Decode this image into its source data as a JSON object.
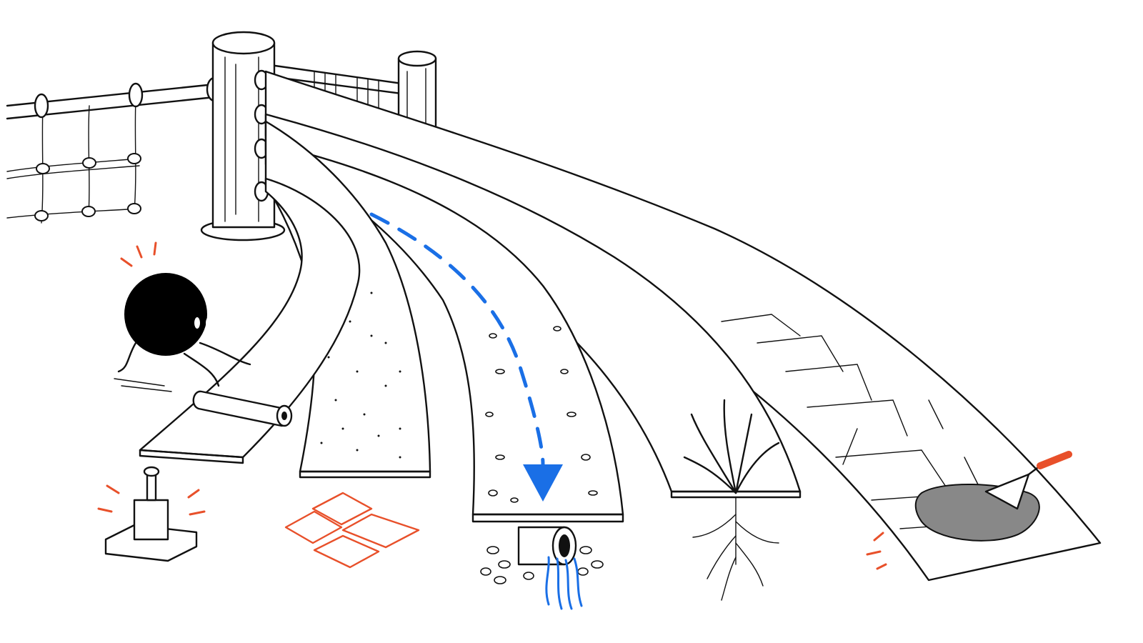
{
  "scene": {
    "kind": "ink line illustration",
    "background_color": "#ffffff",
    "ink_color": "#111111"
  },
  "colors": {
    "accent_blue": "#1a6fe6",
    "accent_red": "#e8502a",
    "character_fill": "#000000"
  },
  "elements": {
    "fence": {
      "posts": 2,
      "rope_net": true
    },
    "strips": [
      {
        "name": "geotextile-strip",
        "texture": "smooth"
      },
      {
        "name": "gravel-strip",
        "texture": "fine-gravel"
      },
      {
        "name": "drainage-strip",
        "texture": "coarse-gravel",
        "flow_arrow_color": "#1a6fe6"
      },
      {
        "name": "planted-strip",
        "texture": "soil"
      },
      {
        "name": "paved-strip",
        "texture": "flagstone"
      }
    ],
    "icons": [
      "ball-character-icon",
      "roller-icon",
      "compactor-stamp-icon",
      "paver-tiles-icon",
      "drain-pipe-icon",
      "plant-roots-icon",
      "trowel-mortar-icon"
    ]
  }
}
